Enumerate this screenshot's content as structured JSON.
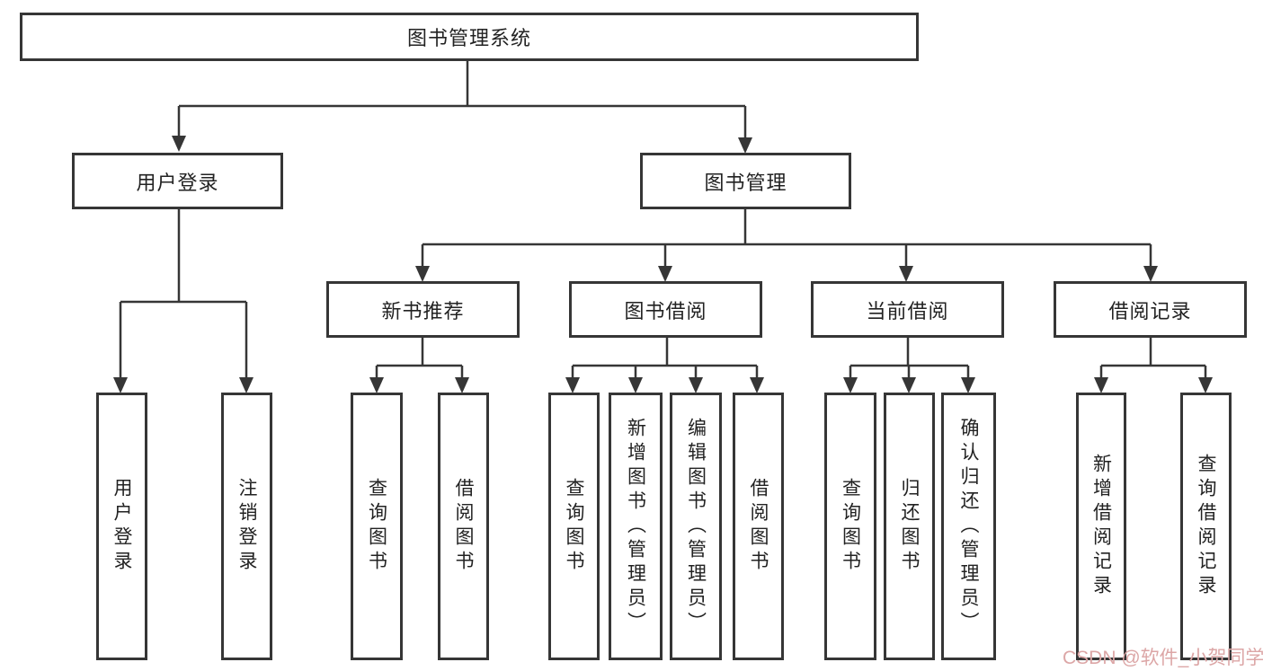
{
  "tree": {
    "root": {
      "label": "图书管理系统"
    },
    "branches": [
      {
        "label": "用户登录",
        "children": [
          {
            "label": "用户登录"
          },
          {
            "label": "注销登录"
          }
        ]
      },
      {
        "label": "图书管理",
        "children": [
          {
            "label": "新书推荐",
            "children": [
              {
                "label": "查询图书"
              },
              {
                "label": "借阅图书"
              }
            ]
          },
          {
            "label": "图书借阅",
            "children": [
              {
                "label": "查询图书"
              },
              {
                "label": "新增图书（管理员）"
              },
              {
                "label": "编辑图书（管理员）"
              },
              {
                "label": "借阅图书"
              }
            ]
          },
          {
            "label": "当前借阅",
            "children": [
              {
                "label": "查询图书"
              },
              {
                "label": "归还图书"
              },
              {
                "label": "确认归还（管理员）"
              }
            ]
          },
          {
            "label": "借阅记录",
            "children": [
              {
                "label": "新增借阅记录"
              },
              {
                "label": "查询借阅记录"
              }
            ]
          }
        ]
      }
    ]
  },
  "watermark": {
    "text": "CSDN @软件_小贺同学",
    "color": "#dca6a6"
  },
  "colors": {
    "line": "#363636",
    "box_border": "#363636",
    "text": "#222222",
    "background": "#ffffff"
  }
}
